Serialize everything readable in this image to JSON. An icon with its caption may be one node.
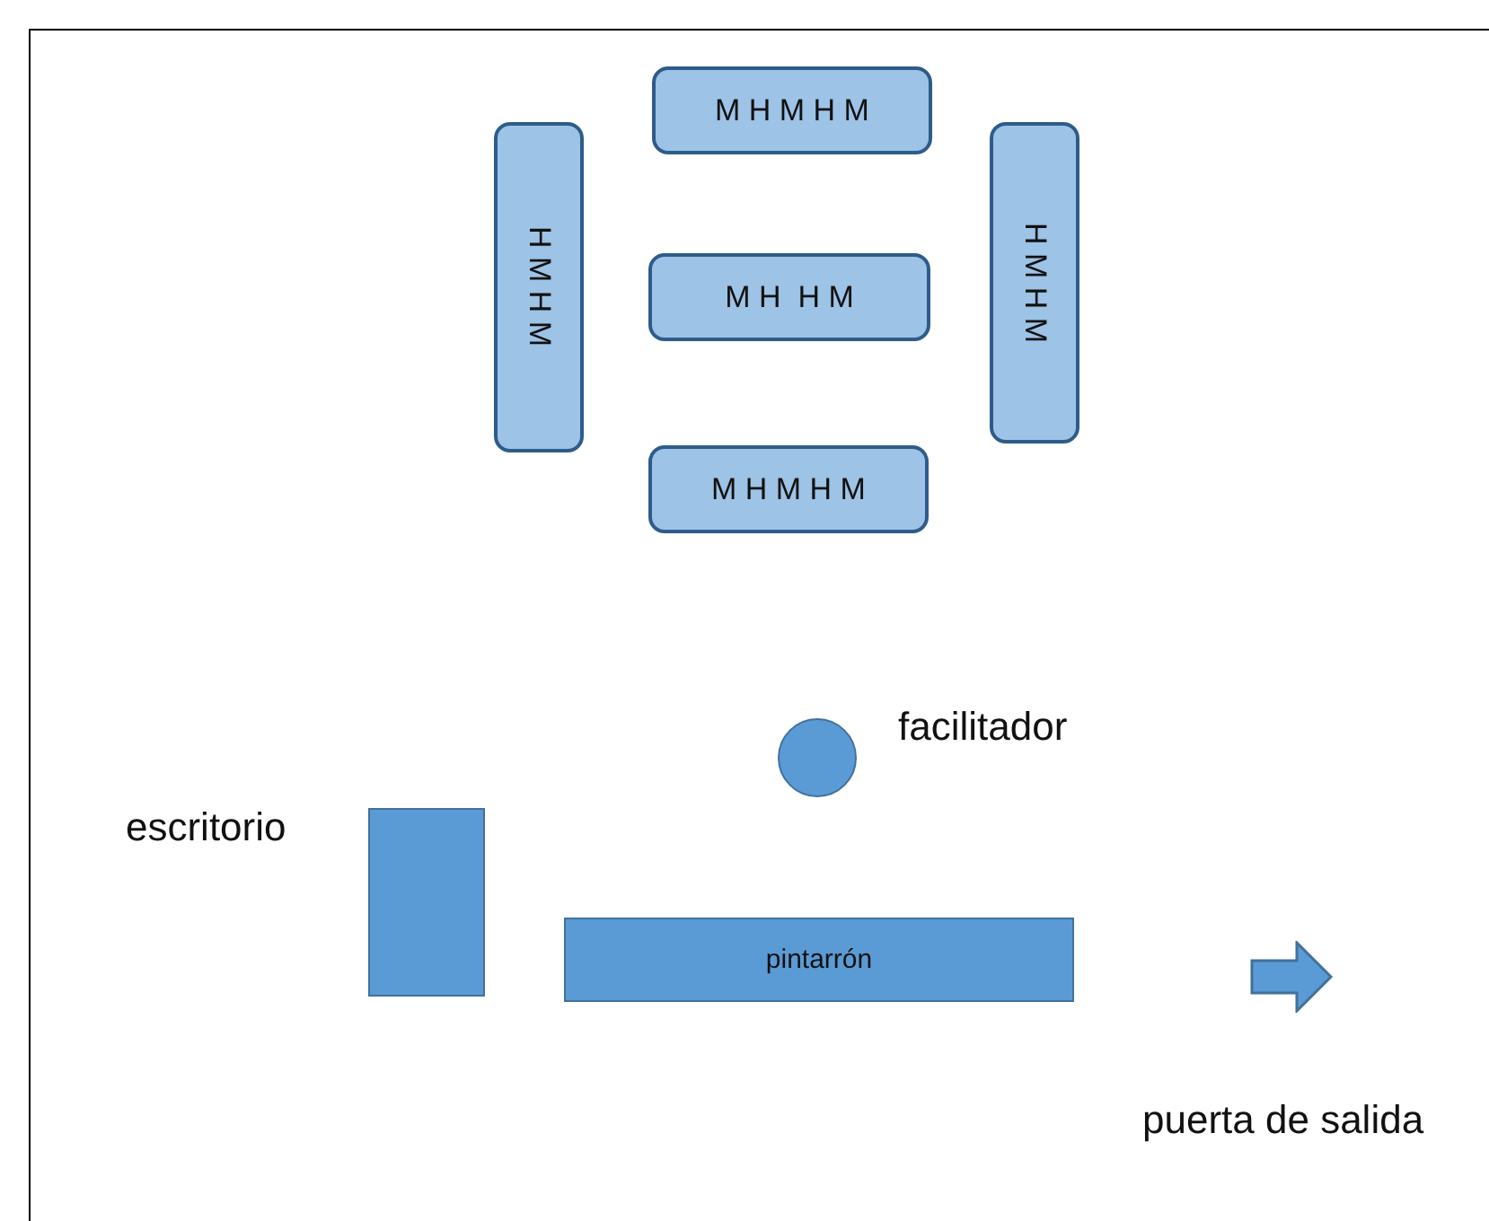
{
  "diagram": {
    "nodes": [
      {
        "text": [
          "M H M H M"
        ]
      },
      {
        "text": [
          "H M H M"
        ]
      },
      {
        "text": [
          "M H  H M"
        ]
      },
      {
        "text": [
          "H M H M"
        ]
      },
      {
        "text": [
          "M H M H M"
        ]
      },
      {
        "text": [],
        "shape": "circle",
        "beside": [
          "facilitador"
        ]
      },
      {
        "text": [],
        "shape": "box",
        "beside": [
          "escritorio"
        ]
      },
      {
        "text": [
          "pintarrón"
        ]
      }
    ],
    "labels": [
      "puerta de salida"
    ]
  }
}
